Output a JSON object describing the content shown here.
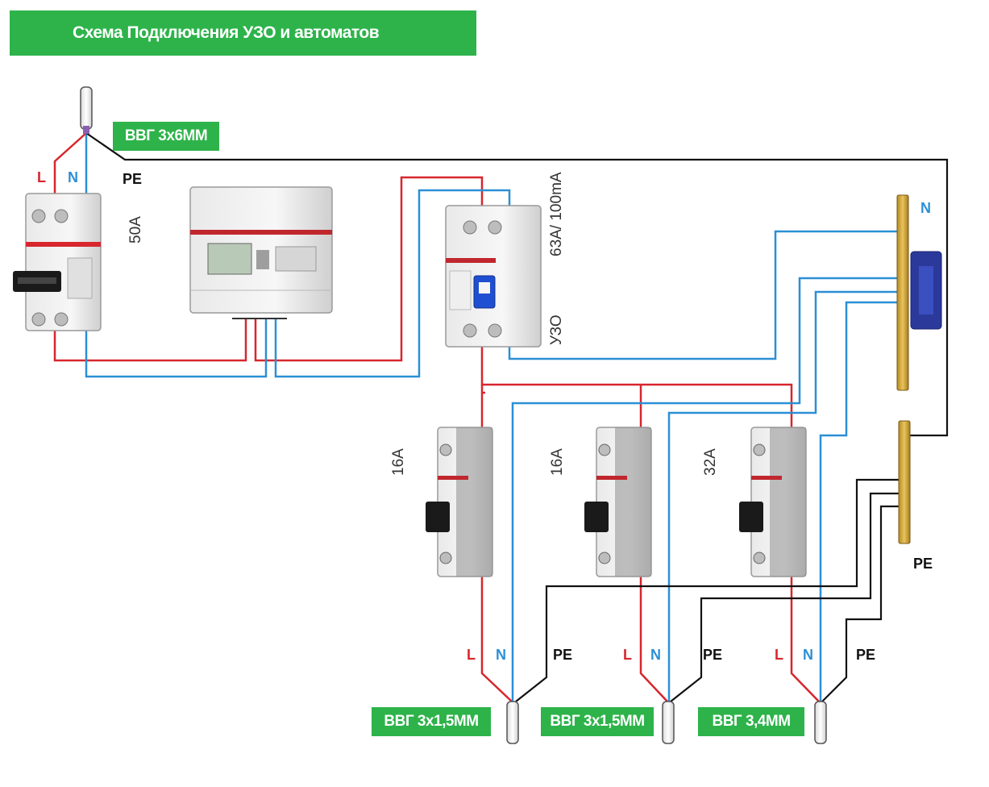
{
  "title": "Схема Подключения УЗО и автоматов",
  "input_cable": "ВВГ 3х6ММ",
  "main_breaker": {
    "rating": "50А",
    "wire_labels": {
      "l": "L",
      "n": "N",
      "pe": "PE"
    }
  },
  "rcd": {
    "rating": "63А/ 100mA",
    "name": "УЗО"
  },
  "n_bus_label": "N",
  "pe_bus_label": "PE",
  "branches": [
    {
      "rating": "16А",
      "cable": "ВВГ 3х1,5ММ",
      "l": "L",
      "n": "N",
      "pe": "PE"
    },
    {
      "rating": "16А",
      "cable": "ВВГ 3х1,5ММ",
      "l": "L",
      "n": "N",
      "pe": "PE"
    },
    {
      "rating": "32А",
      "cable": "ВВГ 3,4ММ",
      "l": "L",
      "n": "N",
      "pe": "PE"
    }
  ],
  "colors": {
    "phase": "#d7262d",
    "neutral": "#2b8fd6",
    "earth": "#111111",
    "banner": "#2db34a"
  }
}
